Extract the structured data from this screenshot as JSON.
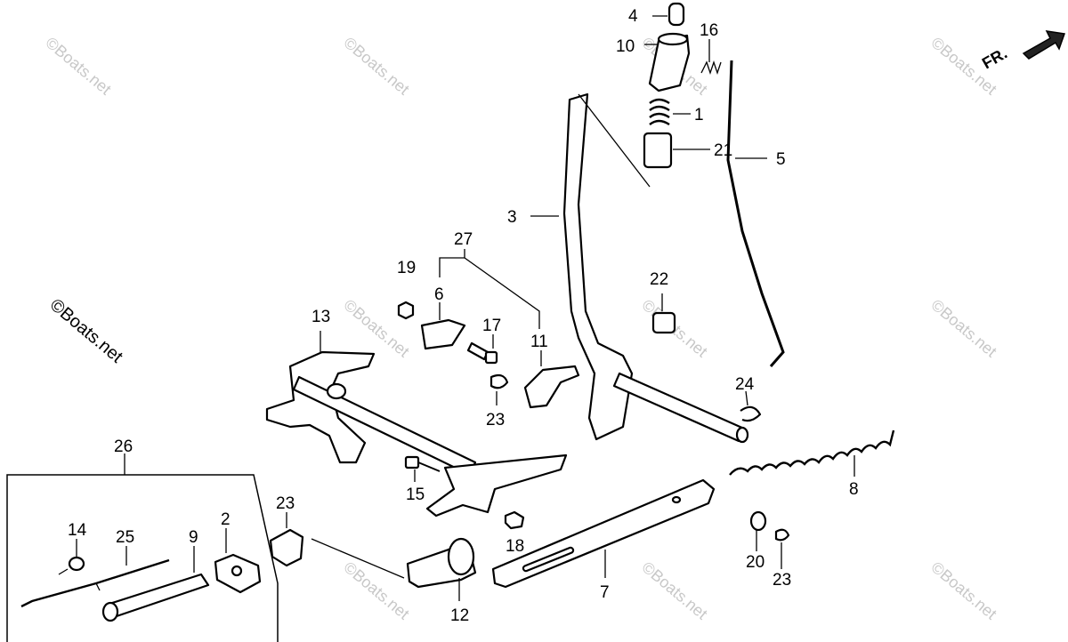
{
  "diagram": {
    "direction_label": "FR.",
    "watermark_text": "©Boats.net",
    "brand_watermark": "©Boats.net",
    "callouts": {
      "c4": "4",
      "c16": "16",
      "c10": "10",
      "c1": "1",
      "c21": "21",
      "c5": "5",
      "c3": "3",
      "c27": "27",
      "c19": "19",
      "c6": "6",
      "c17": "17",
      "c22": "22",
      "c13": "13",
      "c11": "11",
      "c23a": "23",
      "c24": "24",
      "c8": "8",
      "c26": "26",
      "c15": "15",
      "c23b": "23",
      "c14": "14",
      "c25": "25",
      "c9": "9",
      "c2": "2",
      "c18": "18",
      "c20": "20",
      "c23c": "23",
      "c7": "7",
      "c12": "12"
    }
  }
}
